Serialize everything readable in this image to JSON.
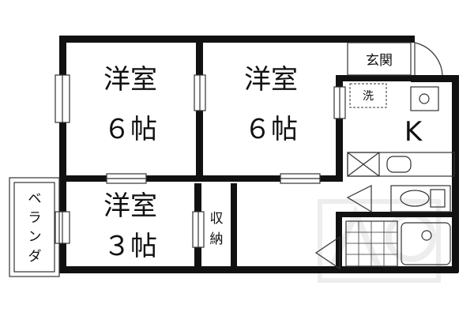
{
  "rooms": {
    "western_room_1": {
      "name": "洋室",
      "size": "６帖"
    },
    "western_room_2": {
      "name": "洋室",
      "size": "６帖"
    },
    "western_room_3": {
      "name": "洋室",
      "size": "３帖"
    },
    "kitchen": {
      "label": "K"
    },
    "entrance": {
      "label": "玄関"
    },
    "washer": {
      "label": "洗"
    },
    "storage": {
      "label_line1": "収",
      "label_line2": "納"
    },
    "veranda": {
      "label_chars": [
        "ベ",
        "ラ",
        "ン",
        "ダ"
      ]
    }
  },
  "colors": {
    "wall": "#111111",
    "line": "#333333",
    "watermark": "#e6e6e6"
  }
}
